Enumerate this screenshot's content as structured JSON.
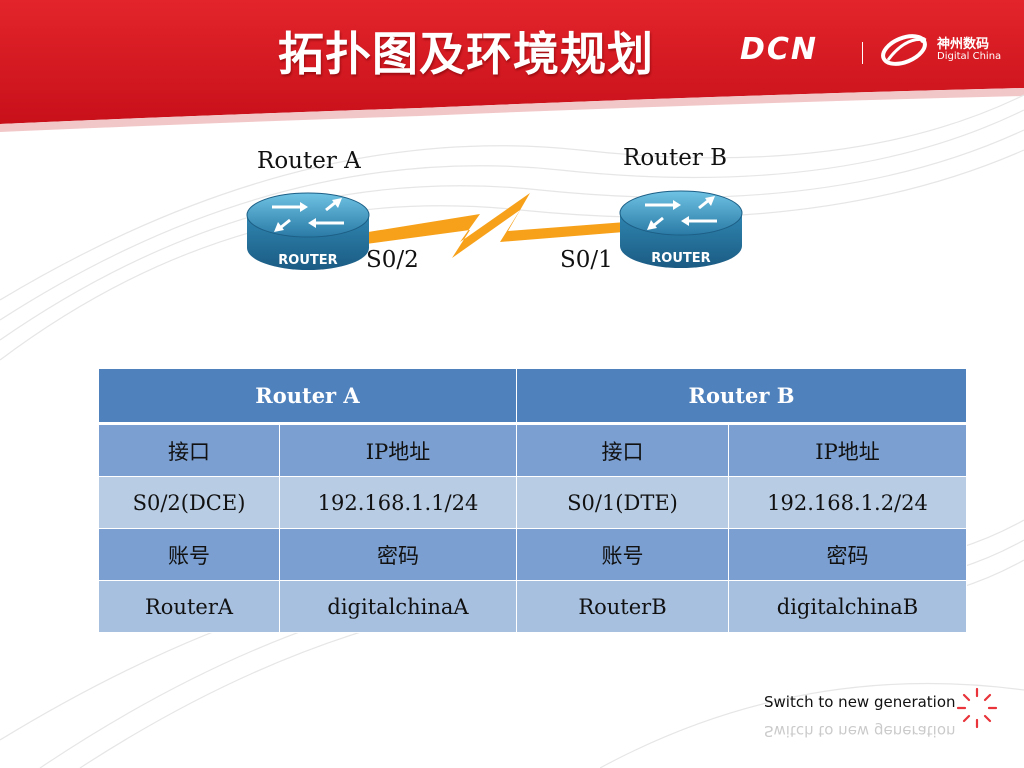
{
  "header": {
    "title": "拓扑图及环境规划",
    "logo_text": "DCN",
    "brand_cn": "神州数码",
    "brand_en": "Digital China"
  },
  "topology": {
    "router_a": {
      "name": "Router A",
      "port": "S0/2",
      "caption": "ROUTER"
    },
    "router_b": {
      "name": "Router B",
      "port": "S0/1",
      "caption": "ROUTER"
    }
  },
  "table": {
    "headers": [
      "Router A",
      "Router B"
    ],
    "rows": [
      [
        "接口",
        "IP地址",
        "接口",
        "IP地址"
      ],
      [
        "S0/2(DCE)",
        "192.168.1.1/24",
        "S0/1(DTE)",
        "192.168.1.2/24"
      ],
      [
        "账号",
        "密码",
        "账号",
        "密码"
      ],
      [
        "RouterA",
        "digitalchinaA",
        "RouterB",
        "digitalchinaB"
      ]
    ]
  },
  "footer": {
    "slogan": "Switch to new generation"
  },
  "colors": {
    "header_red": "#d9161c",
    "table_header": "#4f81bd",
    "table_dark": "#7b9fd0",
    "table_light": "#b8cce4",
    "link_orange": "#f7a11a",
    "router_teal": "#3d8fb5"
  },
  "icons": [
    "router-icon",
    "serial-link-icon",
    "digital-china-logo",
    "burst-icon"
  ]
}
